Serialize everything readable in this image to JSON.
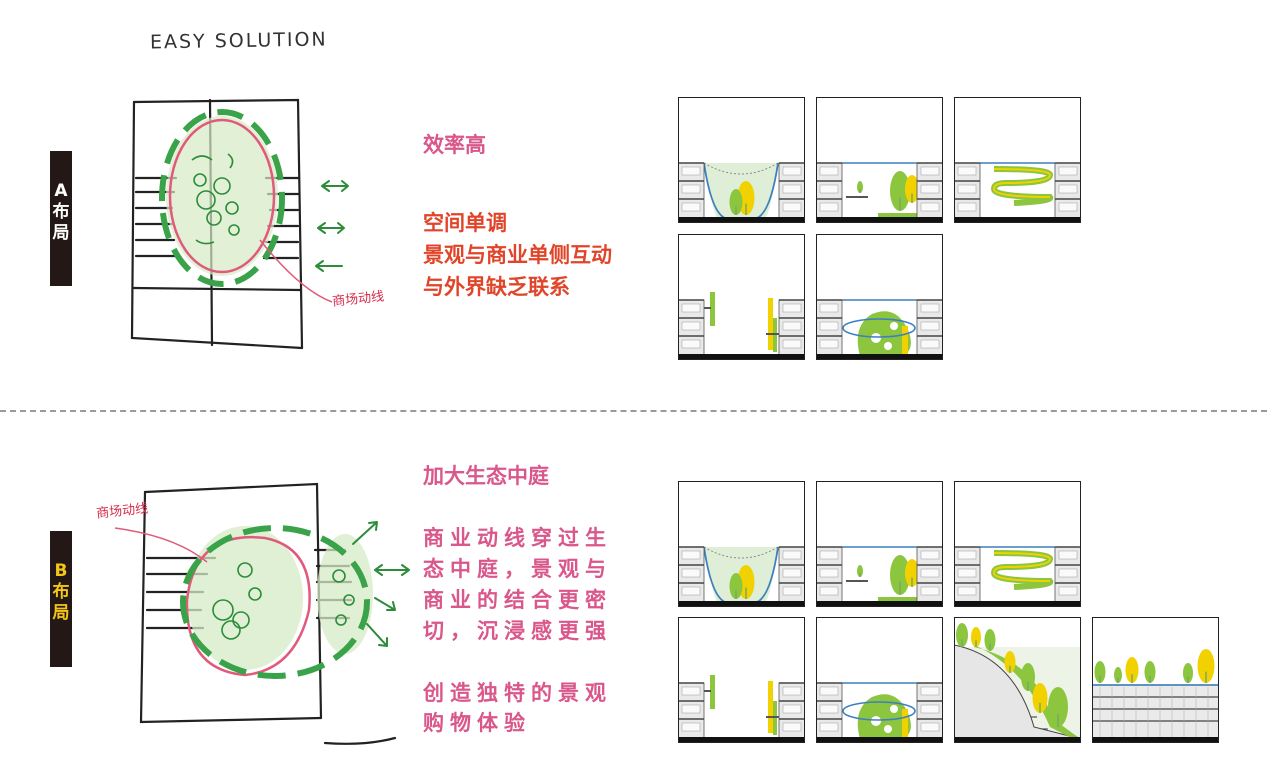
{
  "header": {
    "sketch_title": "EASY SOLUTION"
  },
  "layout_a": {
    "tag_letter": "A",
    "tag_text": [
      "布",
      "局"
    ],
    "tag_letter_color": "#ffffff",
    "sketch_label": "商场动线",
    "heading": "效率高",
    "lines": [
      "空间单调",
      "景观与商业单侧互动",
      "与外界缺乏联系"
    ],
    "heading_color": "#d9578a",
    "lines_color": "#e0452a",
    "panels": [
      "valley",
      "plateau",
      "spiral",
      "walls",
      "globe"
    ]
  },
  "layout_b": {
    "tag_letter": "B",
    "tag_text": [
      "布",
      "局"
    ],
    "tag_letter_color": "#f5c518",
    "sketch_label": "商场动线",
    "heading": "加大生态中庭",
    "paragraph_lines": [
      "商业动线穿过生",
      "态中庭，景观与",
      "商业的结合更密",
      "切，沉浸感更强"
    ],
    "closing_lines": [
      "创造独特的景观",
      "购物体验"
    ],
    "text_color": "#d9578a",
    "panels": [
      "valley",
      "plateau",
      "spiral",
      "walls",
      "globe",
      "slope",
      "roof"
    ]
  },
  "colors": {
    "leaf_green": "#8cc63f",
    "leaf_yellow": "#f2d100",
    "sketch_green": "#3aa34a",
    "ink": "#222222",
    "water_blue": "#3d7fc1"
  }
}
